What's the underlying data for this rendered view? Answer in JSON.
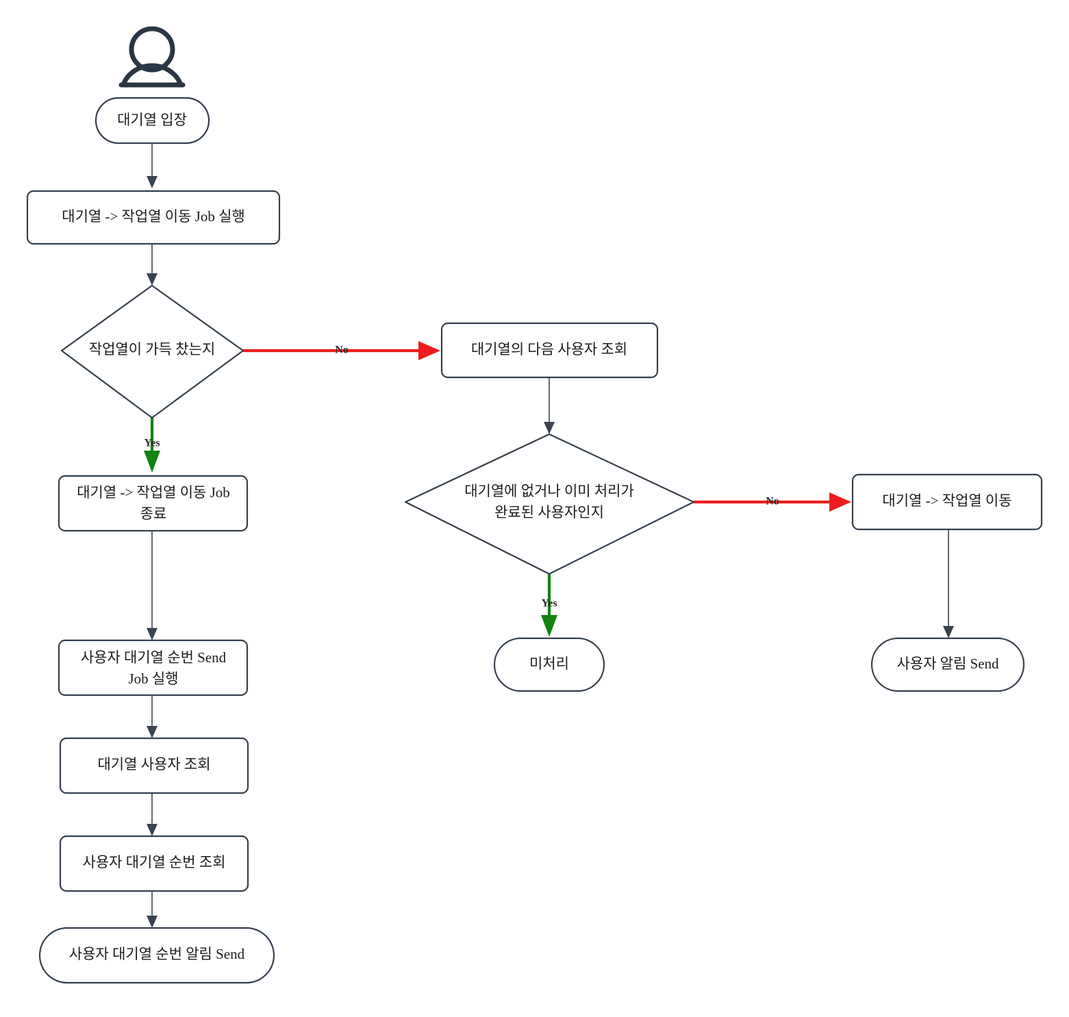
{
  "diagram": {
    "type": "flowchart",
    "direction": "top-down",
    "background": "#ffffff",
    "colors": {
      "node_stroke": "#34404f",
      "node_fill": "#ffffff",
      "text": "#1b1b1b",
      "edge_default": "#3a4450",
      "edge_no": "#ee1c1c",
      "edge_yes": "#118411",
      "actor": "#2b3644"
    },
    "actor": {
      "icon": "user-person-icon",
      "label": ""
    },
    "nodes": [
      {
        "id": "start",
        "shape": "stadium",
        "label": "대기열 입장"
      },
      {
        "id": "move-job-run",
        "shape": "rounded-rect",
        "label": "대기열 -> 작업열 이동 Job 실행"
      },
      {
        "id": "dec-queue-full",
        "shape": "diamond",
        "label": "작업열이 가득 찼는지"
      },
      {
        "id": "next-user",
        "shape": "rounded-rect",
        "label": "대기열의 다음 사용자 조회"
      },
      {
        "id": "move-job-end",
        "shape": "rounded-rect",
        "label_lines": [
          "대기열 -> 작업열 이동 Job",
          "종료"
        ]
      },
      {
        "id": "dec-user-done",
        "shape": "diamond",
        "label_lines": [
          "대기열에 없거나 이미 처리가",
          "완료된 사용자인지"
        ]
      },
      {
        "id": "move-queue",
        "shape": "rounded-rect",
        "label": "대기열 -> 작업열 이동"
      },
      {
        "id": "rank-send-job",
        "shape": "rounded-rect",
        "label_lines": [
          "사용자 대기열 순번 Send",
          "Job 실행"
        ]
      },
      {
        "id": "unprocessed",
        "shape": "stadium",
        "label": "미처리"
      },
      {
        "id": "notify-send",
        "shape": "stadium",
        "label": "사용자 알림 Send"
      },
      {
        "id": "queue-users",
        "shape": "rounded-rect",
        "label": "대기열 사용자 조회"
      },
      {
        "id": "user-rank",
        "shape": "rounded-rect",
        "label": "사용자 대기열 순번 조회"
      },
      {
        "id": "rank-notify",
        "shape": "stadium",
        "label": "사용자 대기열 순번 알림 Send"
      }
    ],
    "edges": [
      {
        "from": "start",
        "to": "move-job-run",
        "label": "",
        "style": "default"
      },
      {
        "from": "move-job-run",
        "to": "dec-queue-full",
        "label": "",
        "style": "default"
      },
      {
        "from": "dec-queue-full",
        "to": "next-user",
        "label": "No",
        "style": "no"
      },
      {
        "from": "dec-queue-full",
        "to": "move-job-end",
        "label": "Yes",
        "style": "yes"
      },
      {
        "from": "next-user",
        "to": "dec-user-done",
        "label": "",
        "style": "default"
      },
      {
        "from": "dec-user-done",
        "to": "move-queue",
        "label": "No",
        "style": "no"
      },
      {
        "from": "dec-user-done",
        "to": "unprocessed",
        "label": "Yes",
        "style": "yes"
      },
      {
        "from": "move-queue",
        "to": "notify-send",
        "label": "",
        "style": "default"
      },
      {
        "from": "move-job-end",
        "to": "rank-send-job",
        "label": "",
        "style": "default"
      },
      {
        "from": "rank-send-job",
        "to": "queue-users",
        "label": "",
        "style": "default"
      },
      {
        "from": "queue-users",
        "to": "user-rank",
        "label": "",
        "style": "default"
      },
      {
        "from": "user-rank",
        "to": "rank-notify",
        "label": "",
        "style": "default"
      }
    ],
    "labels": {
      "start": "대기열 입장",
      "move_job_run": "대기열 -> 작업열 이동 Job 실행",
      "dec_queue_full": "작업열이 가득 찼는지",
      "next_user": "대기열의 다음 사용자 조회",
      "move_job_end_l1": "대기열 -> 작업열 이동 Job",
      "move_job_end_l2": "종료",
      "dec_user_done_l1": "대기열에 없거나 이미 처리가",
      "dec_user_done_l2": "완료된 사용자인지",
      "move_queue": "대기열 -> 작업열 이동",
      "rank_send_job_l1": "사용자 대기열 순번 Send",
      "rank_send_job_l2": "Job 실행",
      "unprocessed": "미처리",
      "notify_send": "사용자 알림 Send",
      "queue_users": "대기열 사용자 조회",
      "user_rank": "사용자 대기열 순번 조회",
      "rank_notify": "사용자 대기열 순번 알림 Send",
      "edge_no_1": "No",
      "edge_yes_1": "Yes",
      "edge_no_2": "No",
      "edge_yes_2": "Yes"
    }
  }
}
